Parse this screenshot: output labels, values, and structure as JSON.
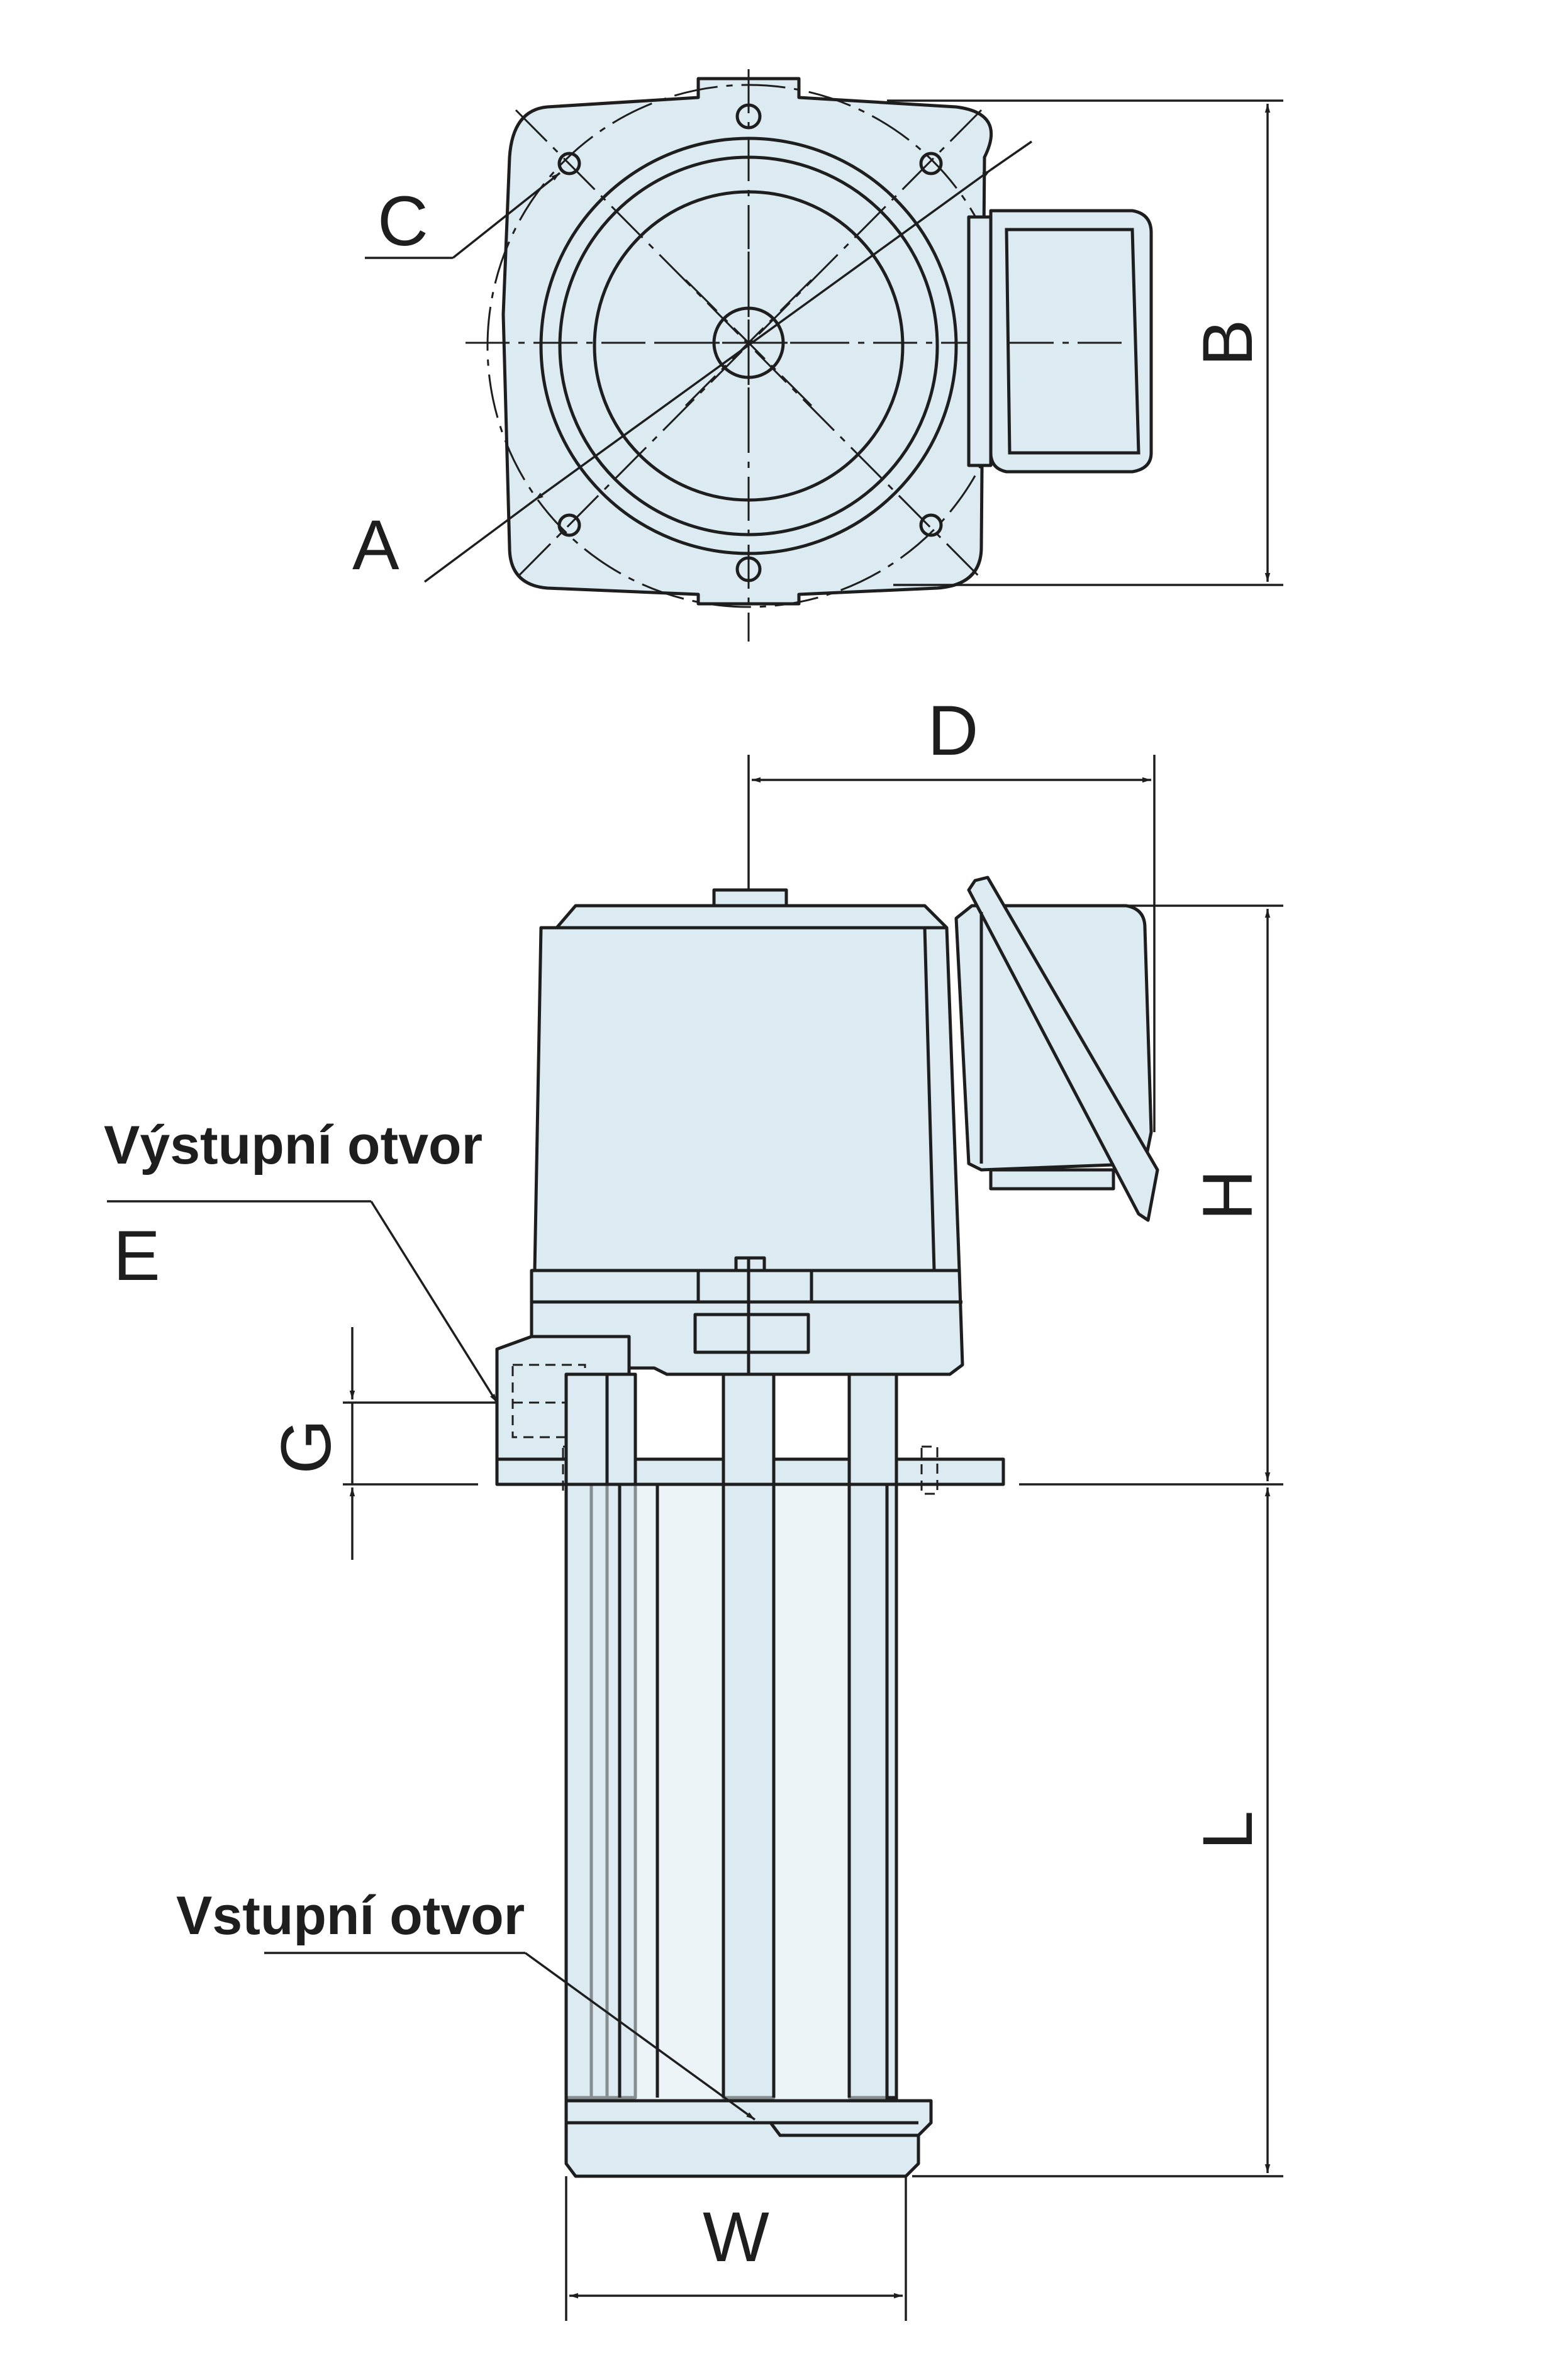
{
  "labels": {
    "A": "A",
    "B": "B",
    "C": "C",
    "D": "D",
    "E": "E",
    "G": "G",
    "H": "H",
    "L": "L",
    "W": "W",
    "outlet": "Výstupní otvor",
    "inlet": "Vstupní otvor"
  },
  "colors": {
    "body": "#dcebf2",
    "line": "#1e1e1e"
  }
}
